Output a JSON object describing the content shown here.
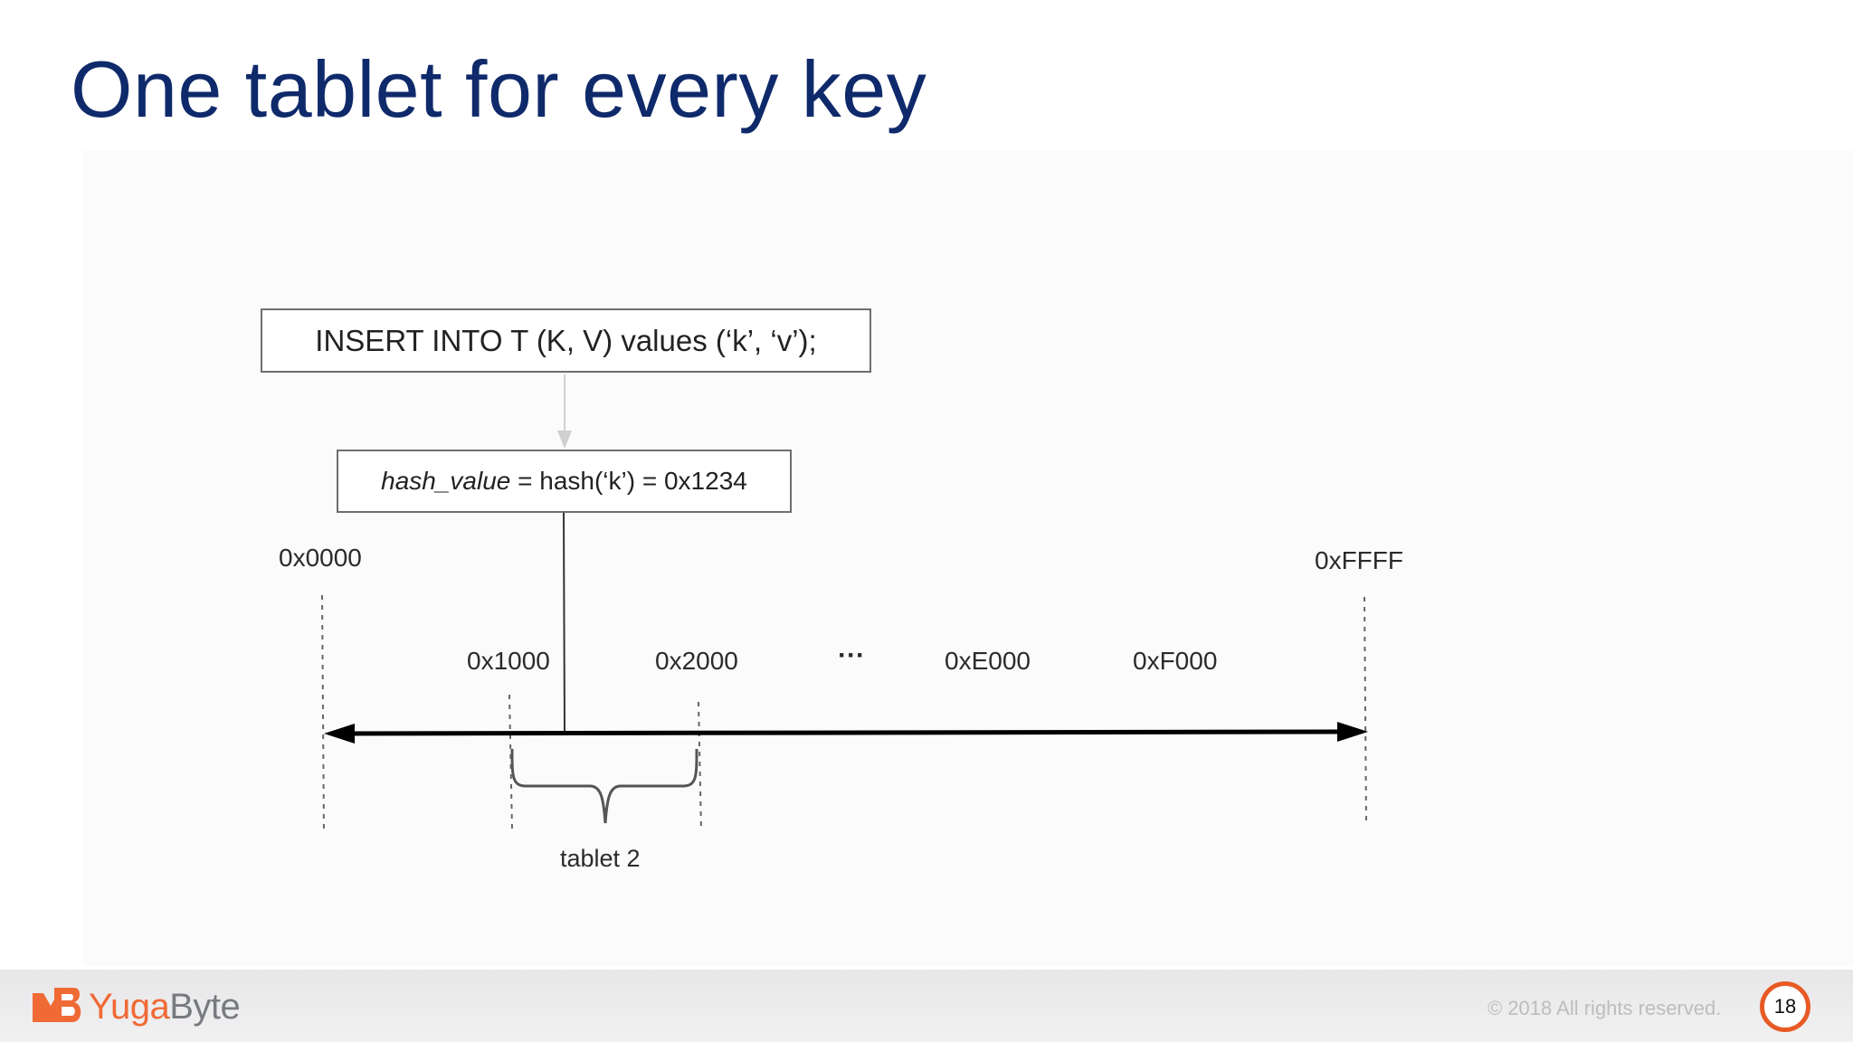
{
  "slide": {
    "title": "One tablet for every key",
    "page_number": "18",
    "copyright": "© 2018 All rights reserved."
  },
  "logo": {
    "prefix": "Yuga",
    "suffix": "Byte"
  },
  "diagram": {
    "insert_statement": "INSERT INTO T (K, V) values (‘k’, ‘v’);",
    "hash_var": "hash_value",
    "hash_expr": " = hash(‘k’) = 0x1234",
    "range_start": "0x0000",
    "range_end": "0xFFFF",
    "ticks": [
      "0x1000",
      "0x2000",
      "0xE000",
      "0xF000"
    ],
    "ellipsis": "···",
    "tablet_label": "tablet 2"
  },
  "colors": {
    "title": "#0f2a6b",
    "brand": "#f06a35",
    "badge": "#e85a24"
  }
}
